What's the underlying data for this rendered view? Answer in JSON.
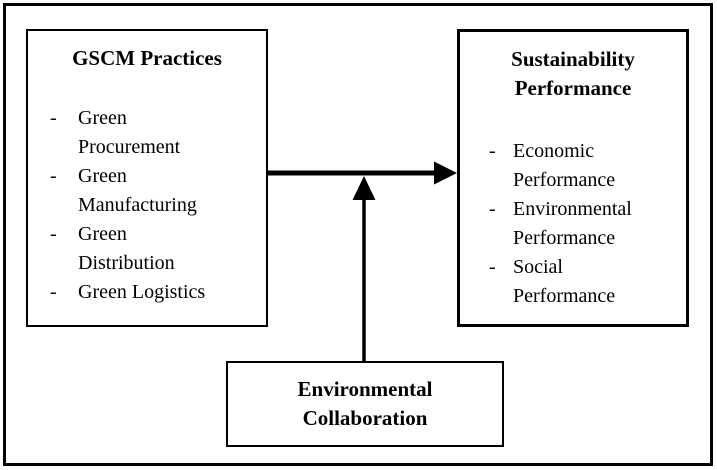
{
  "diagram": {
    "bullet": "-",
    "gscm_box": {
      "title": "GSCM Practices",
      "items": [
        "Green\nProcurement",
        "Green\nManufacturing",
        "Green\nDistribution",
        "Green Logistics"
      ]
    },
    "sustainability_box": {
      "title": "Sustainability\nPerformance",
      "items": [
        "Economic\nPerformance",
        "Environmental\nPerformance",
        "Social\nPerformance"
      ]
    },
    "collaboration_box": {
      "title": "Environmental\nCollaboration"
    },
    "colors": {
      "border": "#000000",
      "text": "#000000",
      "background": "#ffffff",
      "arrow": "#000000"
    }
  }
}
